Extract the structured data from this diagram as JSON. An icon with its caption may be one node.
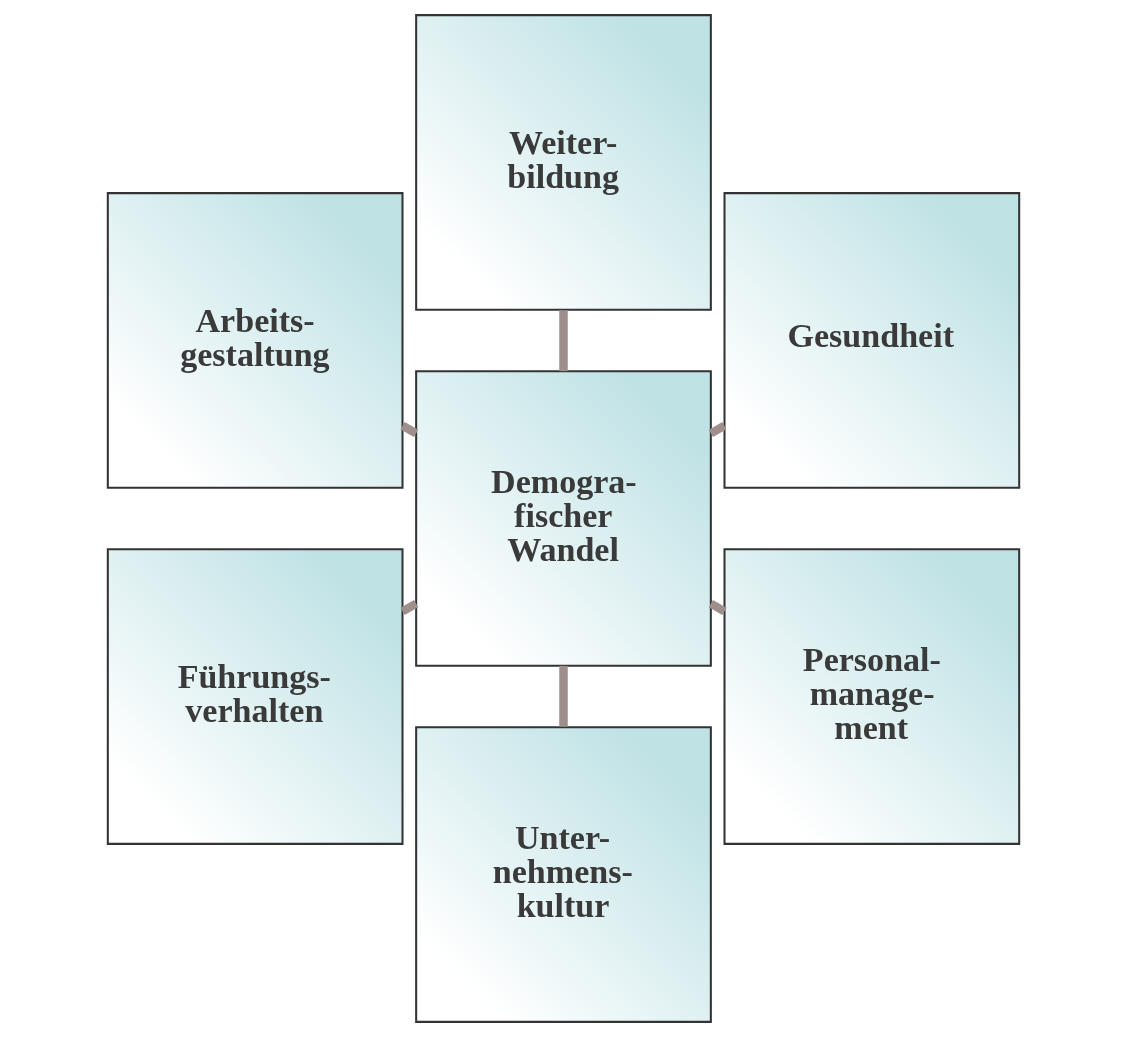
{
  "diagram": {
    "nodes": [
      {
        "text": [
          "Gesundheit"
        ]
      },
      {
        "text": [
          "Weiter- bildung"
        ]
      },
      {
        "text": [
          "Arbeits- gestaltung"
        ]
      },
      {
        "text": [
          "Demogra- fischer Wandel"
        ]
      },
      {
        "text": [
          "Führungs- verhalten"
        ]
      },
      {
        "text": [
          "Unter- nehmens- kultur"
        ]
      },
      {
        "text": [
          "Personal- manage- ment"
        ]
      }
    ],
    "edges": [
      {
        "from": 3,
        "to": 0,
        "arrow": "none"
      },
      {
        "from": 3,
        "to": 1,
        "arrow": "none"
      },
      {
        "from": 3,
        "to": 2,
        "arrow": "none"
      },
      {
        "from": 3,
        "to": 4,
        "arrow": "none"
      },
      {
        "from": 3,
        "to": 5,
        "arrow": "none"
      },
      {
        "from": 3,
        "to": 6,
        "arrow": "none"
      }
    ]
  }
}
